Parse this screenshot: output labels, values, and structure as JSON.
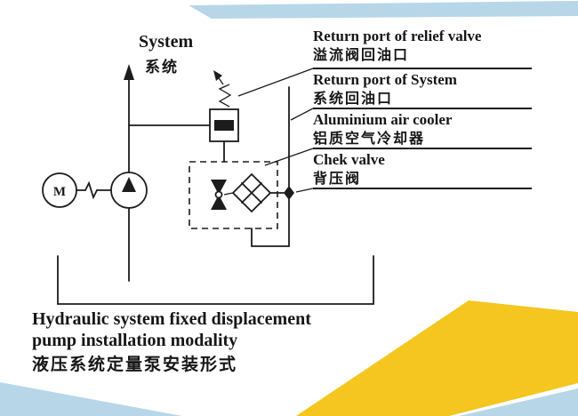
{
  "colors": {
    "line": "#1c1c1c",
    "light_blue": "#b7d7e8",
    "yellow": "#f4c61f",
    "background": "#ffffff"
  },
  "diagram": {
    "system_label_en": "System",
    "system_label_zh": "系统",
    "motor_letter": "M"
  },
  "callouts": [
    {
      "en": "Return port of relief valve",
      "zh": "溢流阀回油口"
    },
    {
      "en": "Return port of System",
      "zh": "系统回油口"
    },
    {
      "en": "Aluminium air cooler",
      "zh": "铝质空气冷却器"
    },
    {
      "en": "Chek valve",
      "zh": "背压阀"
    }
  ],
  "caption": {
    "en_line1": "Hydraulic system fixed displacement",
    "en_line2": "pump installation modality",
    "zh": "液压系统定量泵安装形式"
  }
}
